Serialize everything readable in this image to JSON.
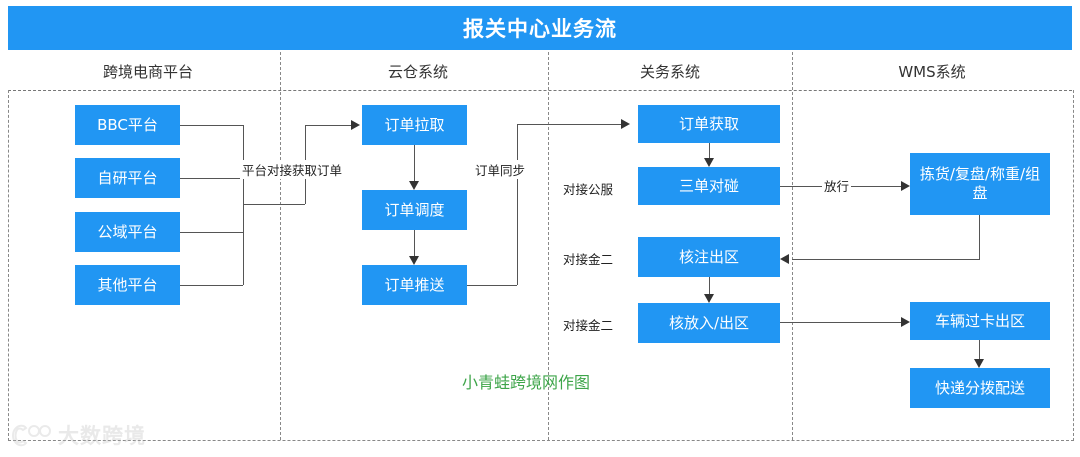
{
  "header": {
    "title": "报关中心业务流",
    "banner_color": "#2196F3"
  },
  "lanes": [
    {
      "label": "跨境电商平台"
    },
    {
      "label": "云仓系统"
    },
    {
      "label": "关务系统"
    },
    {
      "label": "WMS系统"
    }
  ],
  "nodes": {
    "bbc_platform": "BBC平台",
    "self_platform": "自研平台",
    "public_platform": "公域平台",
    "other_platform": "其他平台",
    "order_pull": "订单拉取",
    "order_dispatch": "订单调度",
    "order_push": "订单推送",
    "order_fetch": "订单获取",
    "three_doc_match": "三单对碰",
    "check_note_out": "核注出区",
    "check_release_in_out": "核放入/出区",
    "pick_review_weigh": "拣货/复盘/称重/组盘",
    "vehicle_pass_out": "车辆过卡出区",
    "express_sort_delivery": "快递分拨配送"
  },
  "edge_labels": {
    "platform_docking": "平台对接获取订单",
    "order_sync": "订单同步",
    "dock_public_service": "对接公服",
    "dock_jin_er_1": "对接金二",
    "dock_jin_er_2": "对接金二",
    "release": "放行"
  },
  "watermarks": {
    "author_credit": "小青蛙跨境网作图",
    "brand": "大数跨境"
  },
  "colors": {
    "node_blue": "#2196F3",
    "credit_green": "#3ea54a",
    "connector": "#555555"
  }
}
